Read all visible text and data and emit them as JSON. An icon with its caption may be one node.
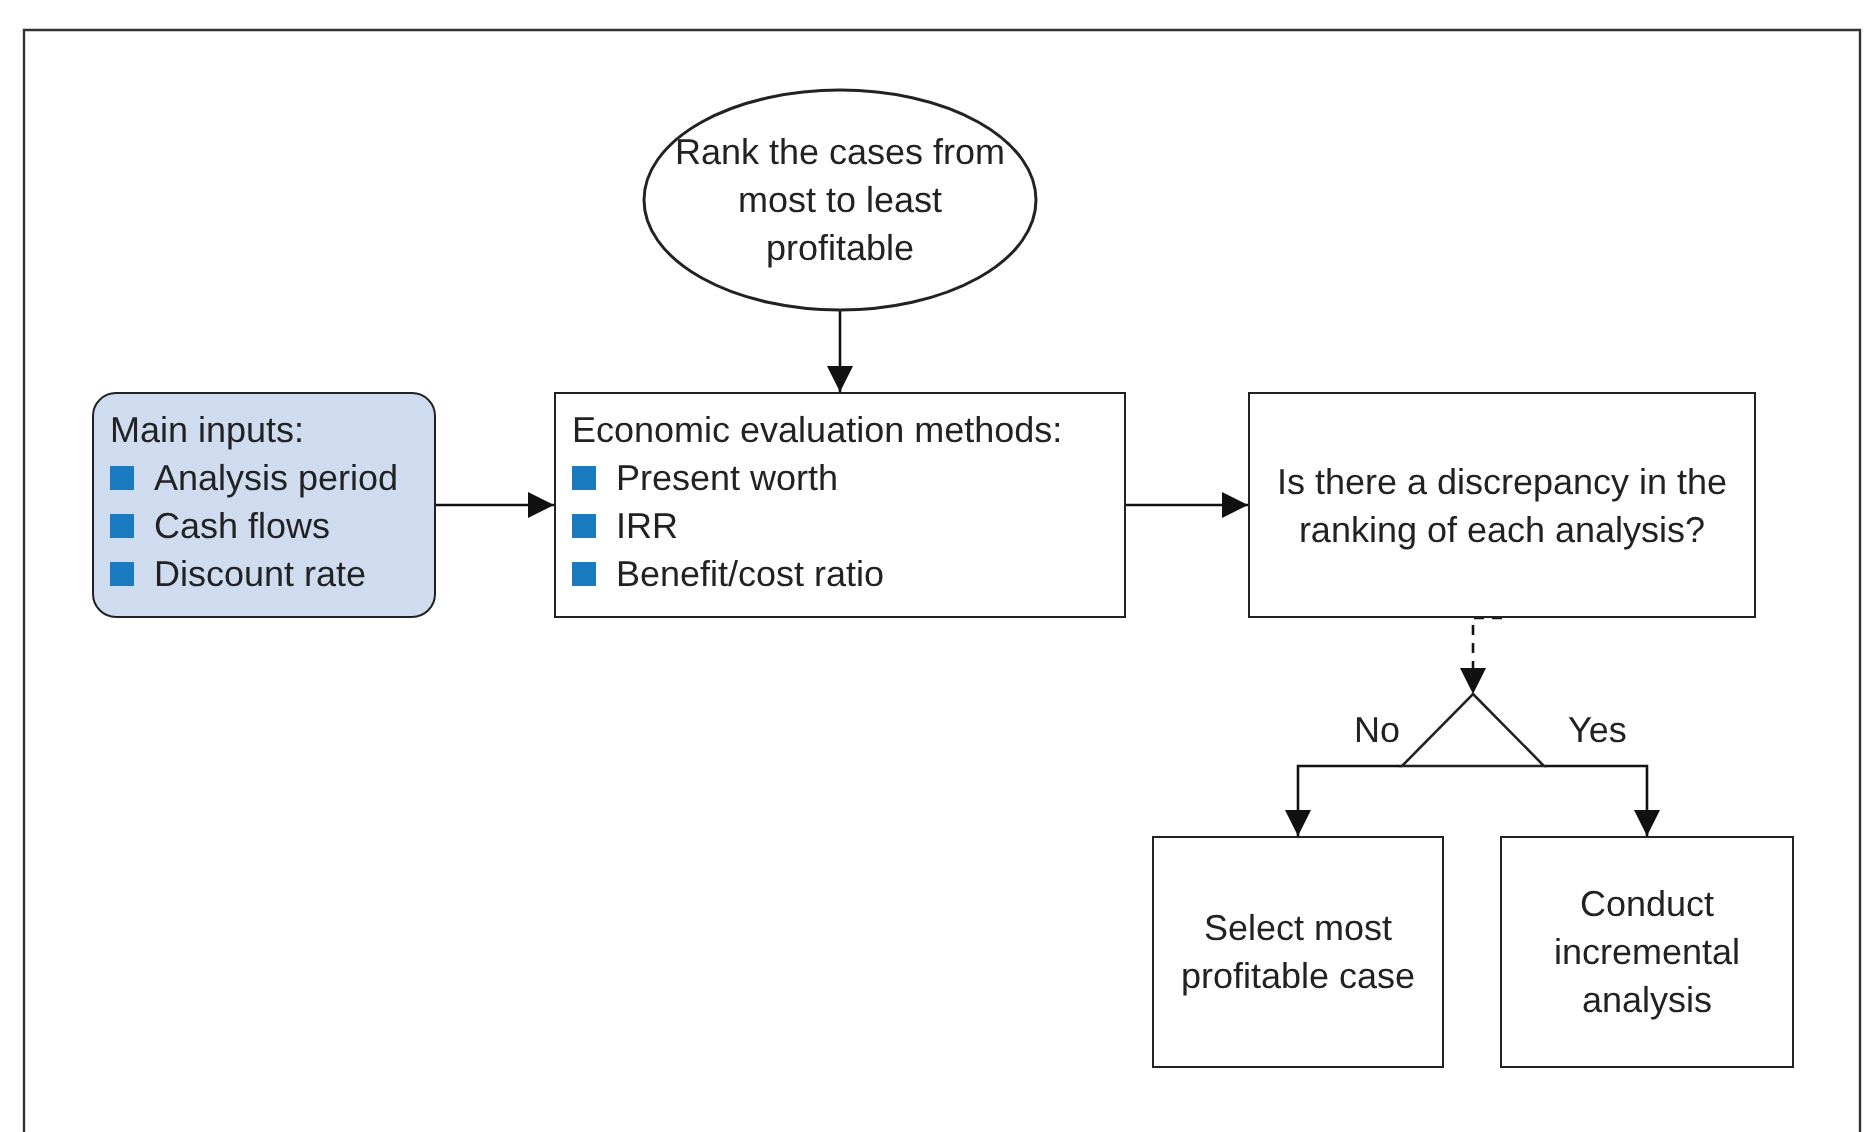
{
  "diagram": {
    "nodes": [
      {
        "text": [
          "Rank the cases from most to least profitable"
        ]
      },
      {
        "text": [
          "Main inputs:",
          "Analysis period",
          "Cash flows",
          "Discount rate"
        ]
      },
      {
        "text": [
          "Economic evaluation methods:",
          "Present worth",
          "IRR",
          "Benefit/cost ratio"
        ]
      },
      {
        "text": [
          "Is there a discrepancy in the ranking of each analysis?"
        ]
      },
      {
        "text": [],
        "shape": "triangle"
      },
      {
        "text": [
          "Select most profitable case"
        ]
      },
      {
        "text": [
          "Conduct incremental analysis"
        ]
      }
    ],
    "edges": [
      {
        "from": 0,
        "to": 2,
        "arrow": "to"
      },
      {
        "from": 1,
        "to": 2,
        "arrow": "to"
      },
      {
        "from": 2,
        "to": 3,
        "arrow": "to"
      },
      {
        "from": 3,
        "to": 4,
        "arrow": "to",
        "style": "dashed"
      },
      {
        "from": 4,
        "to": 5,
        "arrow": "to",
        "label": "No"
      },
      {
        "from": 4,
        "to": 6,
        "arrow": "to",
        "label": "Yes"
      }
    ]
  }
}
